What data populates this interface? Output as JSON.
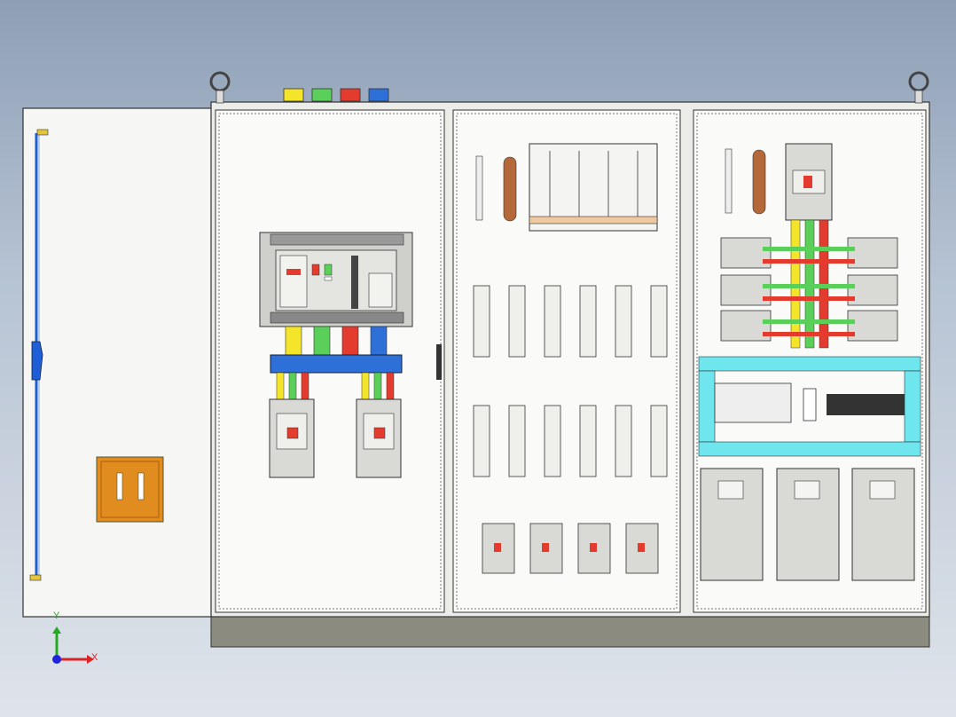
{
  "axes": {
    "x_label": "X",
    "y_label": "Y"
  },
  "colors": {
    "background_top": "#8e9fb5",
    "background_bottom": "#dfe4ea",
    "panel": "#f6f6f4",
    "plinth": "#8b8b80",
    "phase_yellow": "#f5e52a",
    "phase_green": "#5ad05a",
    "phase_red": "#e33b2e",
    "phase_blue": "#2f6fd8",
    "copper": "#b5693a",
    "breaker_body": "#d9d9d6",
    "cyan_rail": "#6fe6ee",
    "orange_handle": "#e08c1e",
    "axis_x": "#d22",
    "axis_y": "#2a2",
    "axis_z": "#22d"
  },
  "panel": {
    "left_door": "door-hinge-handle",
    "incomer": "air-circuit-breaker",
    "middle_section": "fuse-switch-array",
    "right_section": "vfd-drives"
  }
}
